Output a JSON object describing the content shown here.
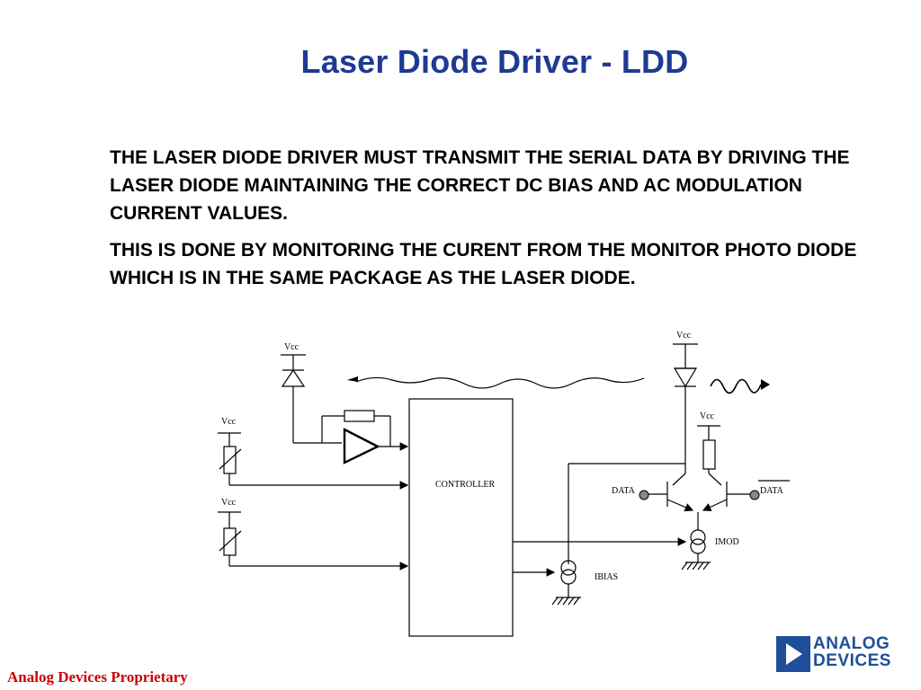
{
  "slide": {
    "title": "Laser Diode Driver - LDD",
    "paragraphs": [
      "THE LASER DIODE DRIVER MUST TRANSMIT THE SERIAL DATA BY DRIVING THE LASER DIODE MAINTAINING THE CORRECT DC BIAS AND AC MODULATION CURRENT VALUES.",
      "THIS IS DONE BY MONITORING THE CURENT FROM THE MONITOR PHOTO DIODE WHICH IS IN THE SAME PACKAGE AS THE LASER DIODE."
    ],
    "footer": "Analog Devices Proprietary"
  },
  "logo": {
    "line1": "ANALOG",
    "line2": "DEVICES",
    "color": "#1f4e9a"
  },
  "diagram": {
    "labels": {
      "vcc_monitor": "Vcc",
      "vcc_pot1": "Vcc",
      "vcc_pot2": "Vcc",
      "vcc_laser": "Vcc",
      "vcc_resistor": "Vcc",
      "controller": "CONTROLLER",
      "data": "DATA",
      "data_bar": "DATA",
      "imod": "IMOD",
      "ibias": "IBIAS"
    }
  },
  "colors": {
    "title": "#1f3a93",
    "footer": "#cc0000",
    "diagram_line": "#000000"
  }
}
